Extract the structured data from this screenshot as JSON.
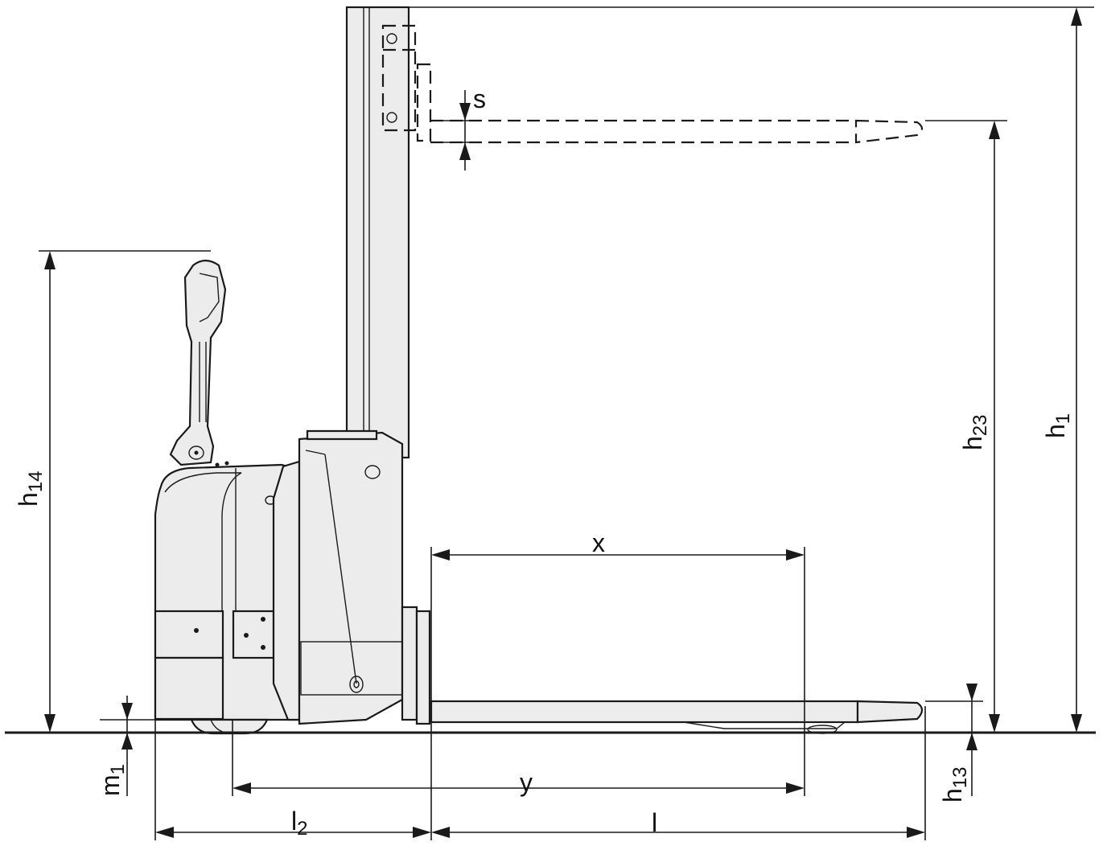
{
  "labels": {
    "s": "s",
    "x": "x",
    "y": "y",
    "l": "l",
    "l2_base": "l",
    "l2_sub": "2",
    "h1_base": "h",
    "h1_sub": "1",
    "h23_base": "h",
    "h23_sub": "23",
    "h14_base": "h",
    "h14_sub": "14",
    "h13_base": "h",
    "h13_sub": "13",
    "m1_base": "m",
    "m1_sub": "1"
  }
}
